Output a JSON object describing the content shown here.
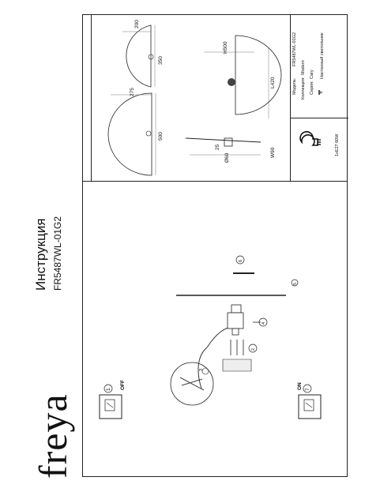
{
  "brand": "freya",
  "title": "Инструкция",
  "model": "FR5487WL-01G2",
  "specs": [
    {
      "label": "Модель:",
      "value": "FR5487WL-01G2"
    },
    {
      "label": "Коллекция:",
      "value": "Modern"
    },
    {
      "label": "Серия:",
      "value": "Cary"
    },
    {
      "label": "",
      "value": "Настенный светильник"
    }
  ],
  "lamp_spec": "1xE27 60W",
  "dimensions": {
    "h500": "H500",
    "l420": "L420",
    "w90": "W90",
    "d60": "Ø60",
    "d25": "25",
    "big_h": "500",
    "big_w": "275",
    "small_h": "350",
    "small_w": "200"
  },
  "steps": {
    "off_num": "1",
    "off_label": "OFF",
    "on_num": "7",
    "on_label": "ON",
    "s2": "2",
    "s3": "3",
    "s4": "4",
    "s5": "5",
    "s6": "6"
  }
}
